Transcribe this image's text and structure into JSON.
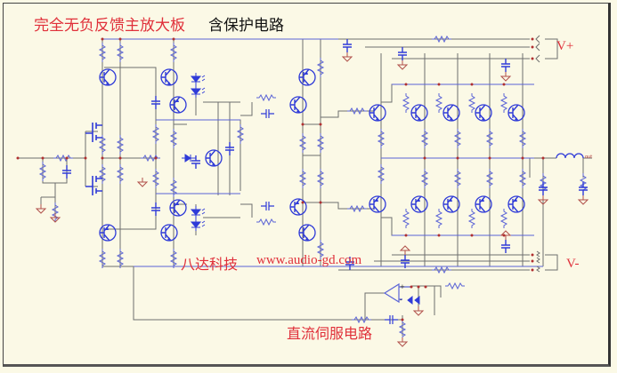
{
  "diagram": {
    "title": "完全无负反馈主放大板",
    "subtitle": "含保护电路",
    "company": "八达科技",
    "website": "www.audio-gd.com",
    "servo_label": "直流伺服电路",
    "rail_positive_label": "V+",
    "rail_negative_label": "V-",
    "colors": {
      "background": "#fbf9e6",
      "wire_gray": "#6e6e6e",
      "wire_blue": "#5a63d6",
      "component_blue": "#2f3bd8",
      "ground_red": "#b0504a",
      "label_red": "#e0303a",
      "node_red": "#b03030"
    },
    "components": {
      "input_jfets": 2,
      "small_signal_transistors": 12,
      "driver_transistors": 2,
      "output_transistors": 8,
      "leds": 4,
      "opamp_servo": 1,
      "output_inductor": 1
    }
  }
}
